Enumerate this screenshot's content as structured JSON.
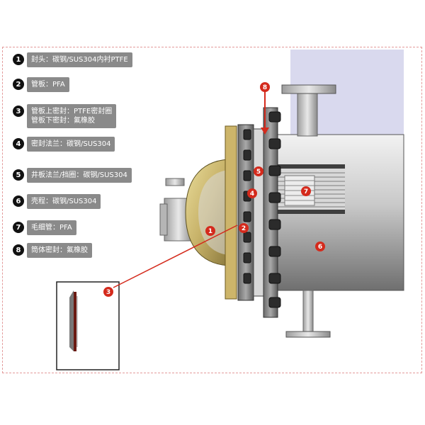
{
  "legend": [
    {
      "num": "1",
      "lines": [
        "封头：碳钢/SUS304内衬PTFE"
      ]
    },
    {
      "num": "2",
      "lines": [
        "管板：PFA"
      ]
    },
    {
      "num": "3",
      "lines": [
        "管板上密封：PTFE密封圈",
        "管板下密封：氟橡胶"
      ]
    },
    {
      "num": "4",
      "lines": [
        "密封法兰：碳钢/SUS304"
      ]
    },
    {
      "num": "5",
      "lines": [
        "井板法兰/挡圈：碳钢/SUS304"
      ]
    },
    {
      "num": "6",
      "lines": [
        "壳程：碳钢/SUS304"
      ]
    },
    {
      "num": "7",
      "lines": [
        "毛细管：PFA"
      ]
    },
    {
      "num": "8",
      "lines": [
        "筒体密封：氟橡胶"
      ]
    }
  ],
  "callouts": [
    "1",
    "2",
    "3",
    "4",
    "5",
    "6",
    "7",
    "8"
  ],
  "colors": {
    "callout": "#d42a1c",
    "leader": "#d42a1c",
    "frame": "#e39a9a",
    "legend_bg": "#8a8a8a"
  }
}
